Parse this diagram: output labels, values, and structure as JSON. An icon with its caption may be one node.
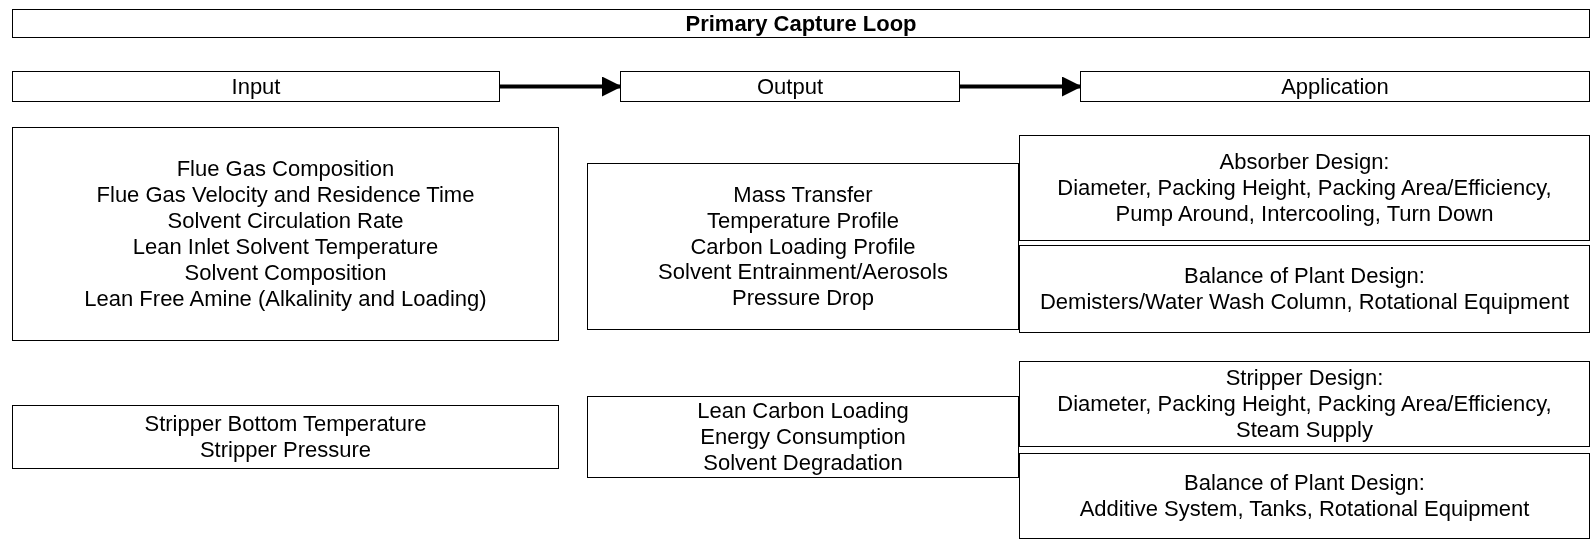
{
  "diagram": {
    "nodes": [
      {
        "text": [
          "Primary Capture Loop"
        ]
      },
      {
        "text": [
          "Input"
        ]
      },
      {
        "text": [
          "Output"
        ]
      },
      {
        "text": [
          "Application"
        ]
      },
      {
        "text": [
          "Flue Gas Composition",
          "Flue Gas Velocity and Residence Time",
          "Solvent Circulation Rate",
          "Lean Inlet Solvent Temperature",
          "Solvent Composition",
          "Lean Free Amine (Alkalinity and Loading)"
        ]
      },
      {
        "text": [
          "Stripper Bottom Temperature",
          "Stripper Pressure"
        ]
      },
      {
        "text": [
          "Mass Transfer",
          "Temperature Profile",
          "Carbon Loading Profile",
          "Solvent Entrainment/Aerosols",
          "Pressure Drop"
        ]
      },
      {
        "text": [
          "Lean Carbon Loading",
          "Energy Consumption",
          "Solvent Degradation"
        ]
      },
      {
        "text": [
          "Absorber Design:",
          "Diameter, Packing Height, Packing Area/Efficiency, Pump Around, Intercooling, Turn Down"
        ]
      },
      {
        "text": [
          "Balance of Plant Design:",
          "Demisters/Water Wash Column, Rotational Equipment"
        ]
      },
      {
        "text": [
          "Stripper Design:",
          "Diameter, Packing Height, Packing Area/Efficiency, Steam Supply"
        ]
      },
      {
        "text": [
          "Balance of Plant Design:",
          "Additive System, Tanks, Rotational Equipment"
        ]
      }
    ],
    "edges": [
      {
        "from": 1,
        "to": 2,
        "arrow": "to"
      },
      {
        "from": 2,
        "to": 3,
        "arrow": "to"
      }
    ]
  }
}
